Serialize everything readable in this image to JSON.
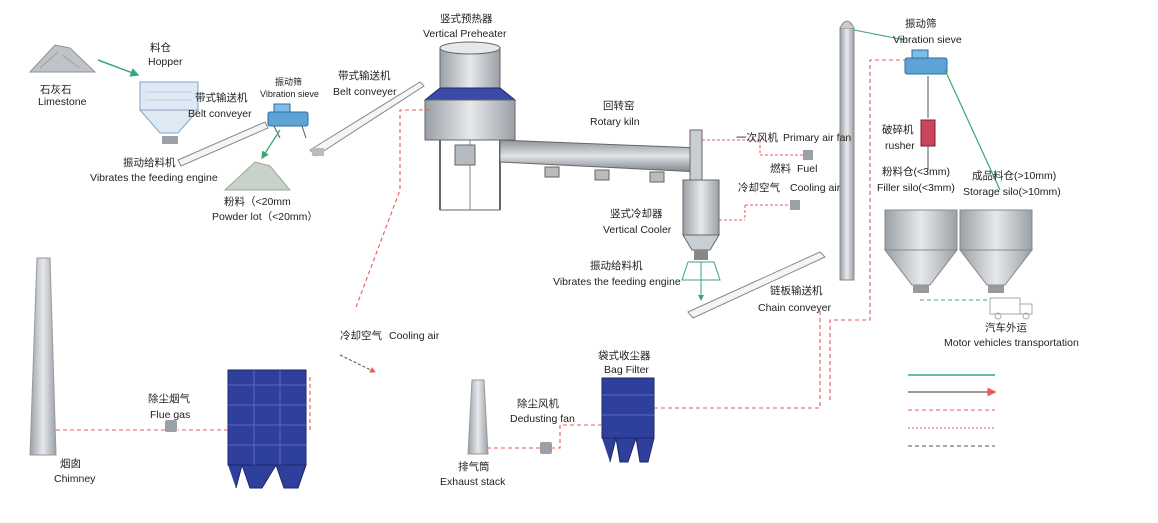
{
  "labels": {
    "hopper_cn": "料仓",
    "hopper_en": "Hopper",
    "limestone_cn": "石灰石",
    "limestone_en": "Limestone",
    "belt1_cn": "带式输送机",
    "belt1_en": "Belt conveyer",
    "vib_sieve_small_cn": "振动筛",
    "vib_sieve_small_en": "Vibration sieve",
    "belt2_cn": "带式输送机",
    "belt2_en": "Belt conveyer",
    "feeder1_cn": "振动给料机",
    "feeder1_en": "Vibrates the feeding engine",
    "powder_cn": "粉料（<20mm",
    "powder_en": "Powder lot（<20mm）",
    "preheater_cn": "竖式预热器",
    "preheater_en": "Vertical Preheater",
    "kiln_cn": "回转窑",
    "kiln_en": "Rotary kiln",
    "primary_fan_cn": "一次风机",
    "primary_fan_en": "Primary air fan",
    "fuel_cn": "燃料",
    "fuel_en": "Fuel",
    "cooling_air1_cn": "冷却空气",
    "cooling_air1_en": "Cooling air",
    "cooler_cn": "竖式冷却器",
    "cooler_en": "Vertical Cooler",
    "feeder2_cn": "振动给料机",
    "feeder2_en": "Vibrates the feeding engine",
    "chain_cn": "链板输送机",
    "chain_en": "Chain conveyer",
    "vib_sieve_cn": "振动筛",
    "vib_sieve_en": "Vibration sieve",
    "crusher_cn": "破碎机",
    "crusher_en": "rusher",
    "filler_cn": "粉料仓(<3mm)",
    "filler_en": "Filler silo(<3mm)",
    "storage_cn": "成品料仓(>10mm)",
    "storage_en": "Storage silo(>10mm)",
    "motor_cn": "汽车外运",
    "motor_en": "Motor vehicles transportation",
    "cooling_air2_cn": "冷却空气",
    "cooling_air2_en": "Cooling air",
    "flue_cn": "除尘烟气",
    "flue_en": "Flue gas",
    "chimney_cn": "烟囱",
    "chimney_en": "Chimney",
    "bagfilter_cn": "袋式收尘器",
    "bagfilter_en": "Bag Filter",
    "dedust_fan_cn": "除尘风机",
    "dedust_fan_en": "Dedusting fan",
    "exhaust_cn": "排气筒",
    "exhaust_en": "Exhaust stack"
  },
  "legend": [
    {
      "color": "#3aa675",
      "style": "solid"
    },
    {
      "color": "#7a7a7a",
      "style": "solid"
    },
    {
      "color": "#e85a5a",
      "style": "dashed"
    },
    {
      "color": "#e85a5a",
      "style": "dashed"
    },
    {
      "color": "#555555",
      "style": "dashed"
    }
  ],
  "colors": {
    "equipment_blue": "#2e3f9c",
    "flow_red": "#e85a5a",
    "flow_green": "#3aa675",
    "steel_gray": "#c9ced3"
  }
}
